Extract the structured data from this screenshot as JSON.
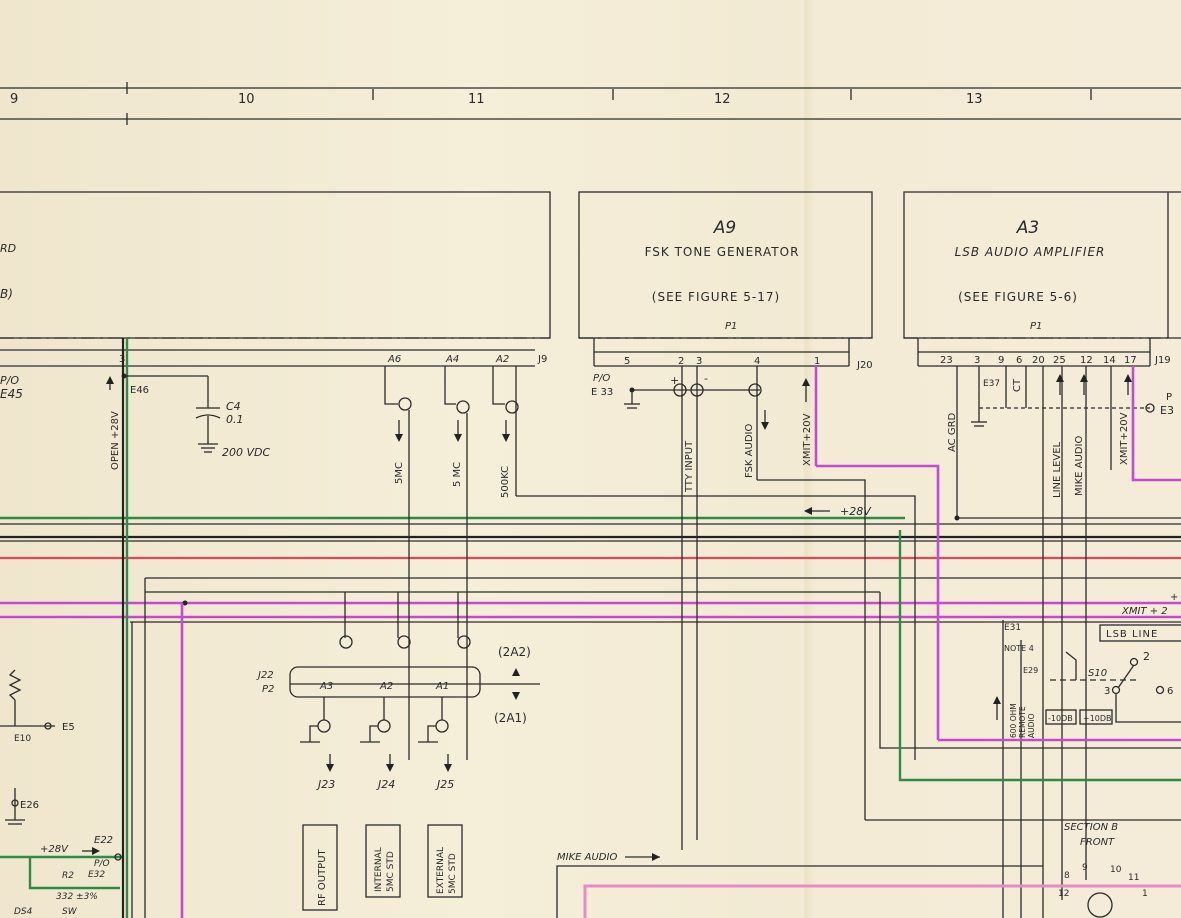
{
  "grid": {
    "zones": [
      "9",
      "10",
      "11",
      "12",
      "13"
    ]
  },
  "blocks": {
    "left": {
      "partial_lines": [
        "RD",
        "B)"
      ],
      "connector": "J9",
      "pins": [
        "3",
        "A6",
        "A4",
        "A2"
      ]
    },
    "a9": {
      "ref": "A9",
      "title": "FSK TONE GENERATOR",
      "see": "(SEE FIGURE 5-17)",
      "plug": "P1",
      "connector": "J20",
      "pins": [
        "5",
        "2",
        "3",
        "4",
        "1"
      ]
    },
    "a3": {
      "ref": "A3",
      "title": "LSB AUDIO AMPLIFIER",
      "see": "(SEE FIGURE 5-6)",
      "plug": "P1",
      "connector": "J19",
      "pins": [
        "23",
        "3",
        "9",
        "6",
        "20",
        "25",
        "12",
        "14",
        "17"
      ]
    }
  },
  "labels": {
    "p10_e45": [
      "P/O",
      "E45"
    ],
    "e46": "E46",
    "open_28v": "OPEN +28V",
    "c4": "C4",
    "c4_val": "0.1",
    "c4_v": "200 VDC",
    "sig_5mc_a": "5MC",
    "sig_5mc_b": "5 MC",
    "sig_500kc": "500KC",
    "p10_e33": [
      "P/O",
      "E 33"
    ],
    "plus": "+",
    "minus": "-",
    "tty_input": "TTY INPUT",
    "fsk_audio": "FSK AUDIO",
    "xmit_20v": "XMIT+20V",
    "ac_grd": "AC GRD",
    "e37": "E37",
    "ct": "CT",
    "line_level": "LINE LEVEL",
    "mike_audio_v": "MIKE AUDIO",
    "xmit_20v_b": "XMIT+20V",
    "p_e3": [
      "P",
      "E3"
    ],
    "bus_28v": "+28V",
    "xmit_2": "XMIT + 2",
    "plus_right": "+",
    "lsb_line": "LSB LINE",
    "e31": "E31",
    "note4": "NOTE 4",
    "e29": "E29",
    "s10": "S10",
    "s10_2": "2",
    "s10_3": "3",
    "s10_6": "6",
    "ohm600": [
      "600 OHM",
      "REMOTE",
      "AUDIO"
    ],
    "db10a": "-10DB",
    "db10b": "+10DB",
    "j22": "J22",
    "p2": "P2",
    "relay_pins": [
      "A3",
      "A2",
      "A1"
    ],
    "pos_2a2": "(2A2)",
    "pos_2a1": "(2A1)",
    "j23": "J23",
    "j24": "J24",
    "j25": "J25",
    "rf_output": "RF OUTPUT",
    "internal": [
      "INTERNAL",
      "5MC STD"
    ],
    "external": [
      "EXTERNAL",
      "5MC STD"
    ],
    "e5": "E5",
    "e10": "E10",
    "e26": "E26",
    "plus28v_low": "+28V",
    "e22": "E22",
    "p10_e32": [
      "P/O",
      "E32"
    ],
    "r2": [
      "R2",
      "332 ±3%"
    ],
    "ds4": "DS4",
    "sw": "SW",
    "mike_audio_h": "MIKE AUDIO",
    "section_b": "SECTION B",
    "front": "FRONT",
    "switch_nums": [
      "8",
      "9",
      "10",
      "11",
      "12",
      "1"
    ]
  },
  "colors": {
    "paper": "#f3ebd5",
    "ink": "#2b2b2b",
    "green": "#2f8a46",
    "red": "#e0485a",
    "magenta": "#c44ad0",
    "pink": "#e889c8"
  }
}
